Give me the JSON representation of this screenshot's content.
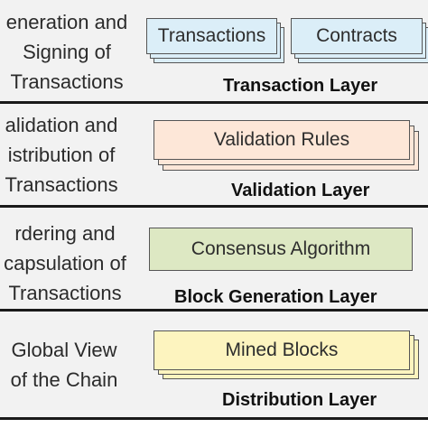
{
  "colors": {
    "band_bg": "#f2f2f2",
    "separator": "#1a1a1a",
    "transaction_boxes": "#dbeef8",
    "validation_box": "#fde7d8",
    "consensus_box": "#dde8c3",
    "mined_box": "#fdf4bf"
  },
  "layers": [
    {
      "description": [
        "eneration and",
        "Signing of",
        "Transactions"
      ],
      "layer_name": "Transaction Layer",
      "boxes": [
        "Transactions",
        "Contracts"
      ]
    },
    {
      "description": [
        "alidation and",
        "istribution of",
        "Transactions"
      ],
      "layer_name": "Validation Layer",
      "boxes": [
        "Validation Rules"
      ]
    },
    {
      "description": [
        "rdering and",
        "capsulation of",
        "Transactions"
      ],
      "layer_name": "Block Generation Layer",
      "boxes": [
        "Consensus Algorithm"
      ]
    },
    {
      "description": [
        "Global View",
        "of the Chain"
      ],
      "layer_name": "Distribution Layer",
      "boxes": [
        "Mined Blocks"
      ]
    }
  ]
}
